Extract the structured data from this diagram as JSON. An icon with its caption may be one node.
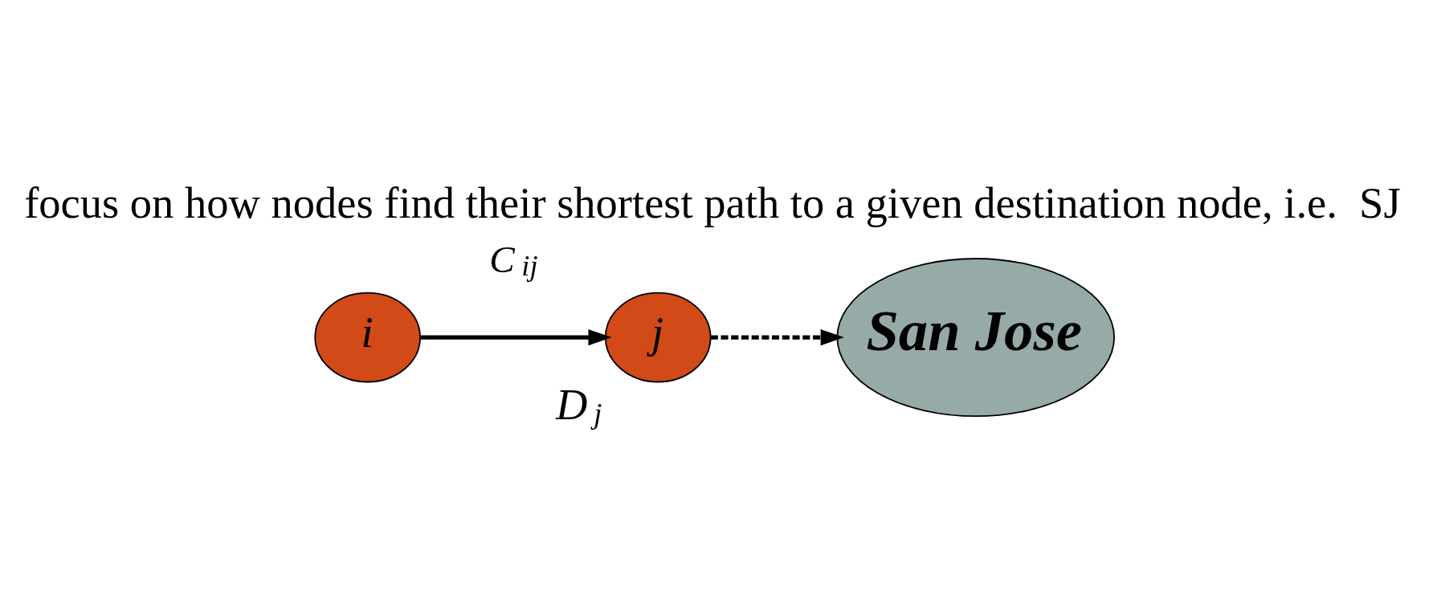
{
  "diagram": {
    "title": "focus on how nodes find their shortest path to a given destination node, i.e.  SJ",
    "nodes": [
      {
        "text": [
          "i"
        ]
      },
      {
        "text": [
          "j"
        ],
        "beside": [
          "D$_{j}$"
        ]
      },
      {
        "text": [
          "San Jose"
        ]
      }
    ],
    "edges": [
      {
        "from": 0,
        "to": 1,
        "arrow": "to",
        "label": "C$_{ij}$"
      },
      {
        "from": 1,
        "to": 2,
        "arrow": "to",
        "style": "dashed"
      }
    ]
  }
}
